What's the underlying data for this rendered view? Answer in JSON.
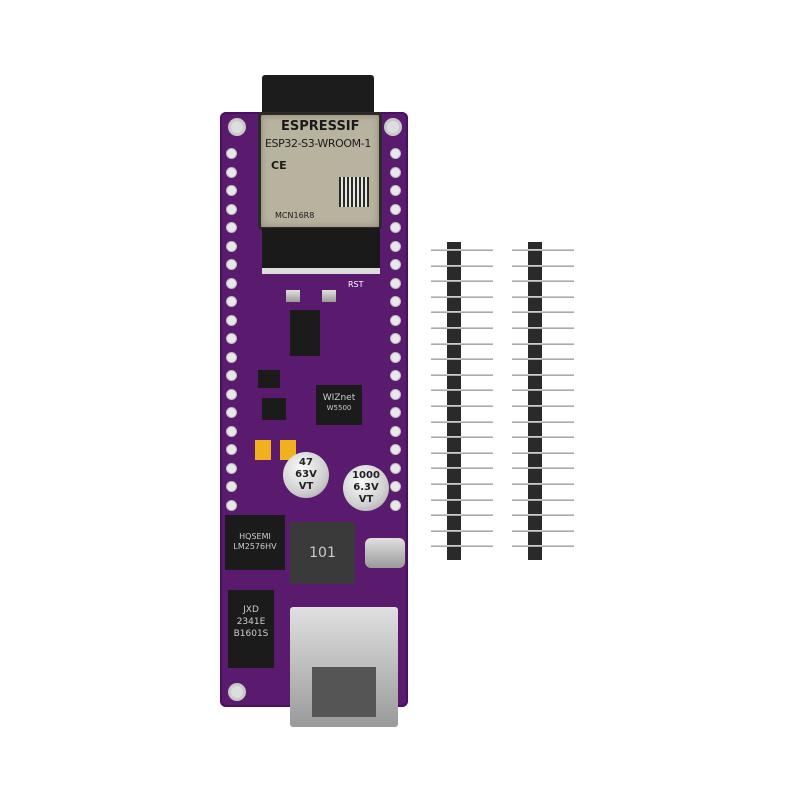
{
  "board": {
    "module_brand": "ESPRESSIF",
    "module_model": "ESP32-S3-WROOM-1",
    "module_ce": "CE",
    "module_code": "MCN16R8",
    "reset_label": "RST",
    "ethernet_chip_brand": "WIZnet",
    "ethernet_chip_model": "W5500",
    "cap1": {
      "value": "47",
      "voltage": "63V",
      "mark": "VT"
    },
    "cap2": {
      "value": "1000",
      "voltage": "6.3V",
      "mark": "VT"
    },
    "inductor_label": "101",
    "regulator_brand": "HQSEMI",
    "regulator_model": "LM2576HV",
    "transformer_brand": "JXD",
    "transformer_code": "2341E",
    "transformer_model": "B1601S"
  },
  "colors": {
    "pcb": "#5a1a6e",
    "background": "#ffffff",
    "header_plastic": "#2a2a2a"
  }
}
